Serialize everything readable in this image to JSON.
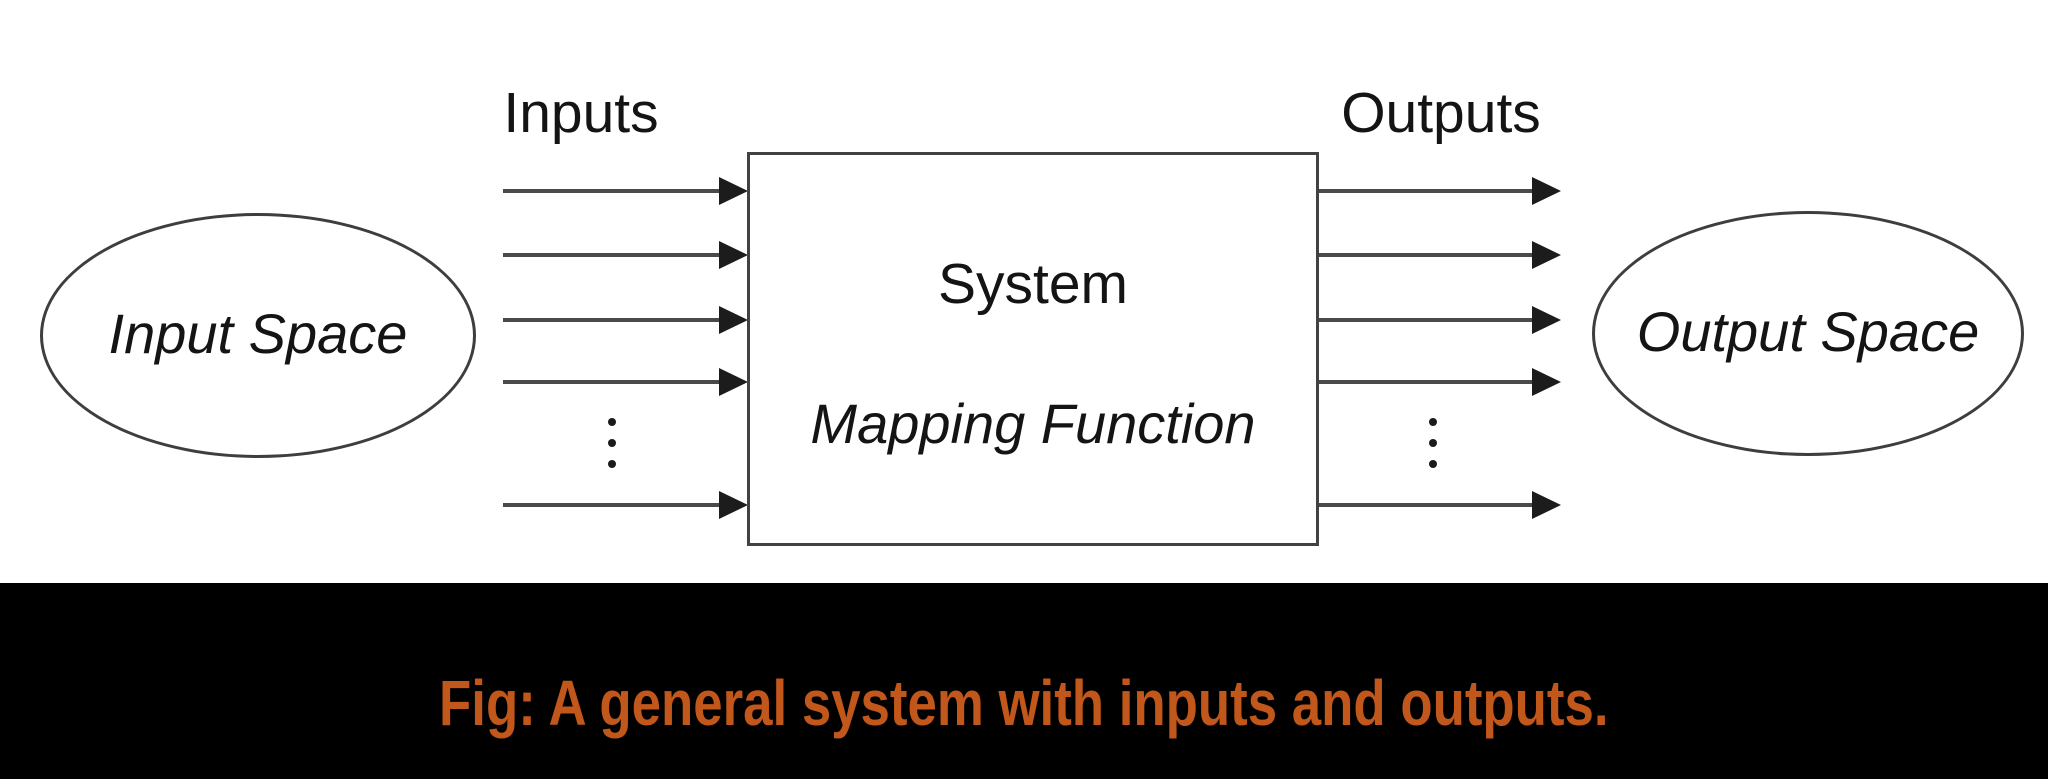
{
  "figure": {
    "background": "#ffffff",
    "caption_bar_background": "#000000",
    "line_color": "#4a4a4a",
    "text_color": "#141414"
  },
  "diagram": {
    "inputs_label": "Inputs",
    "outputs_label": "Outputs",
    "system_box": {
      "title": "System",
      "subtitle": "Mapping Function"
    },
    "input_space_label": "Input Space",
    "output_space_label": "Output Space",
    "input_arrow_count": 5,
    "output_arrow_count": 5
  },
  "icons": {
    "vertical_ellipsis": "⋮"
  },
  "caption": {
    "text": "Fig: A general system with inputs and outputs.",
    "color": "#c1571a"
  }
}
